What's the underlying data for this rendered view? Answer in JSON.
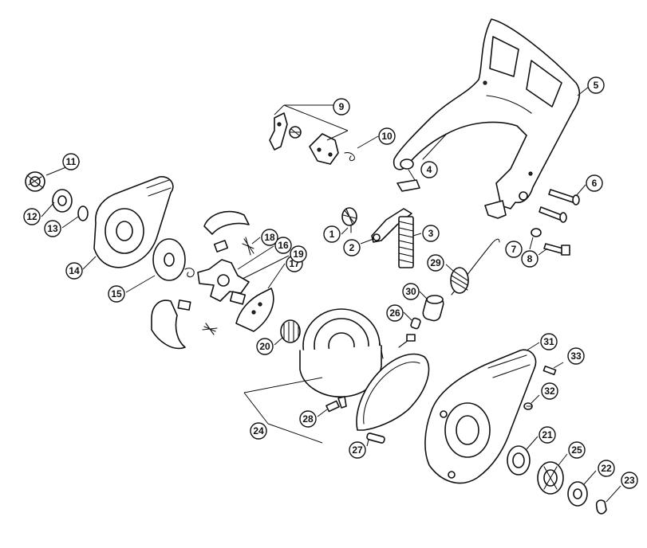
{
  "callouts": [
    {
      "id": "1",
      "label": "1"
    },
    {
      "id": "2",
      "label": "2"
    },
    {
      "id": "3",
      "label": "3"
    },
    {
      "id": "4",
      "label": "4"
    },
    {
      "id": "5",
      "label": "5"
    },
    {
      "id": "6",
      "label": "6"
    },
    {
      "id": "7",
      "label": "7"
    },
    {
      "id": "8",
      "label": "8"
    },
    {
      "id": "9",
      "label": "9"
    },
    {
      "id": "10",
      "label": "10"
    },
    {
      "id": "11",
      "label": "11"
    },
    {
      "id": "12",
      "label": "12"
    },
    {
      "id": "13",
      "label": "13"
    },
    {
      "id": "14",
      "label": "14"
    },
    {
      "id": "15",
      "label": "15"
    },
    {
      "id": "16",
      "label": "16"
    },
    {
      "id": "17",
      "label": "17"
    },
    {
      "id": "18",
      "label": "18"
    },
    {
      "id": "19",
      "label": "19"
    },
    {
      "id": "20",
      "label": "20"
    },
    {
      "id": "21",
      "label": "21"
    },
    {
      "id": "22",
      "label": "22"
    },
    {
      "id": "23",
      "label": "23"
    },
    {
      "id": "24",
      "label": "24"
    },
    {
      "id": "25",
      "label": "25"
    },
    {
      "id": "26",
      "label": "26"
    },
    {
      "id": "27",
      "label": "27"
    },
    {
      "id": "28",
      "label": "28"
    },
    {
      "id": "29",
      "label": "29"
    },
    {
      "id": "30",
      "label": "30"
    },
    {
      "id": "31",
      "label": "31"
    },
    {
      "id": "32",
      "label": "32"
    },
    {
      "id": "33",
      "label": "33"
    }
  ],
  "colors": {
    "line": "#111111",
    "background": "#ffffff"
  }
}
